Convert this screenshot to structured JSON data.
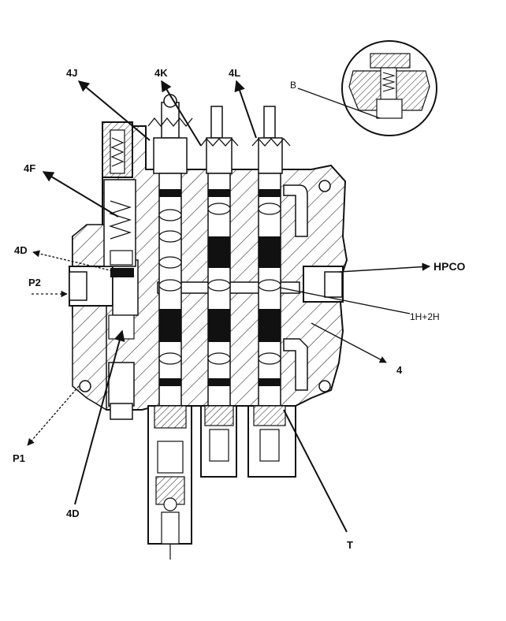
{
  "labels": {
    "l4J": "4J",
    "l4K": "4K",
    "l4L": "4L",
    "lB": "B",
    "l4F": "4F",
    "l4D_top": "4D",
    "lP2": "P2",
    "lHPCO": "HPCO",
    "l1H2H": "1H+2H",
    "l4": "4",
    "lP1": "P1",
    "l4D_bottom": "4D",
    "lT": "T"
  },
  "colors": {
    "line": "#111111",
    "fill": "#ffffff",
    "spool_band": "#111111"
  }
}
